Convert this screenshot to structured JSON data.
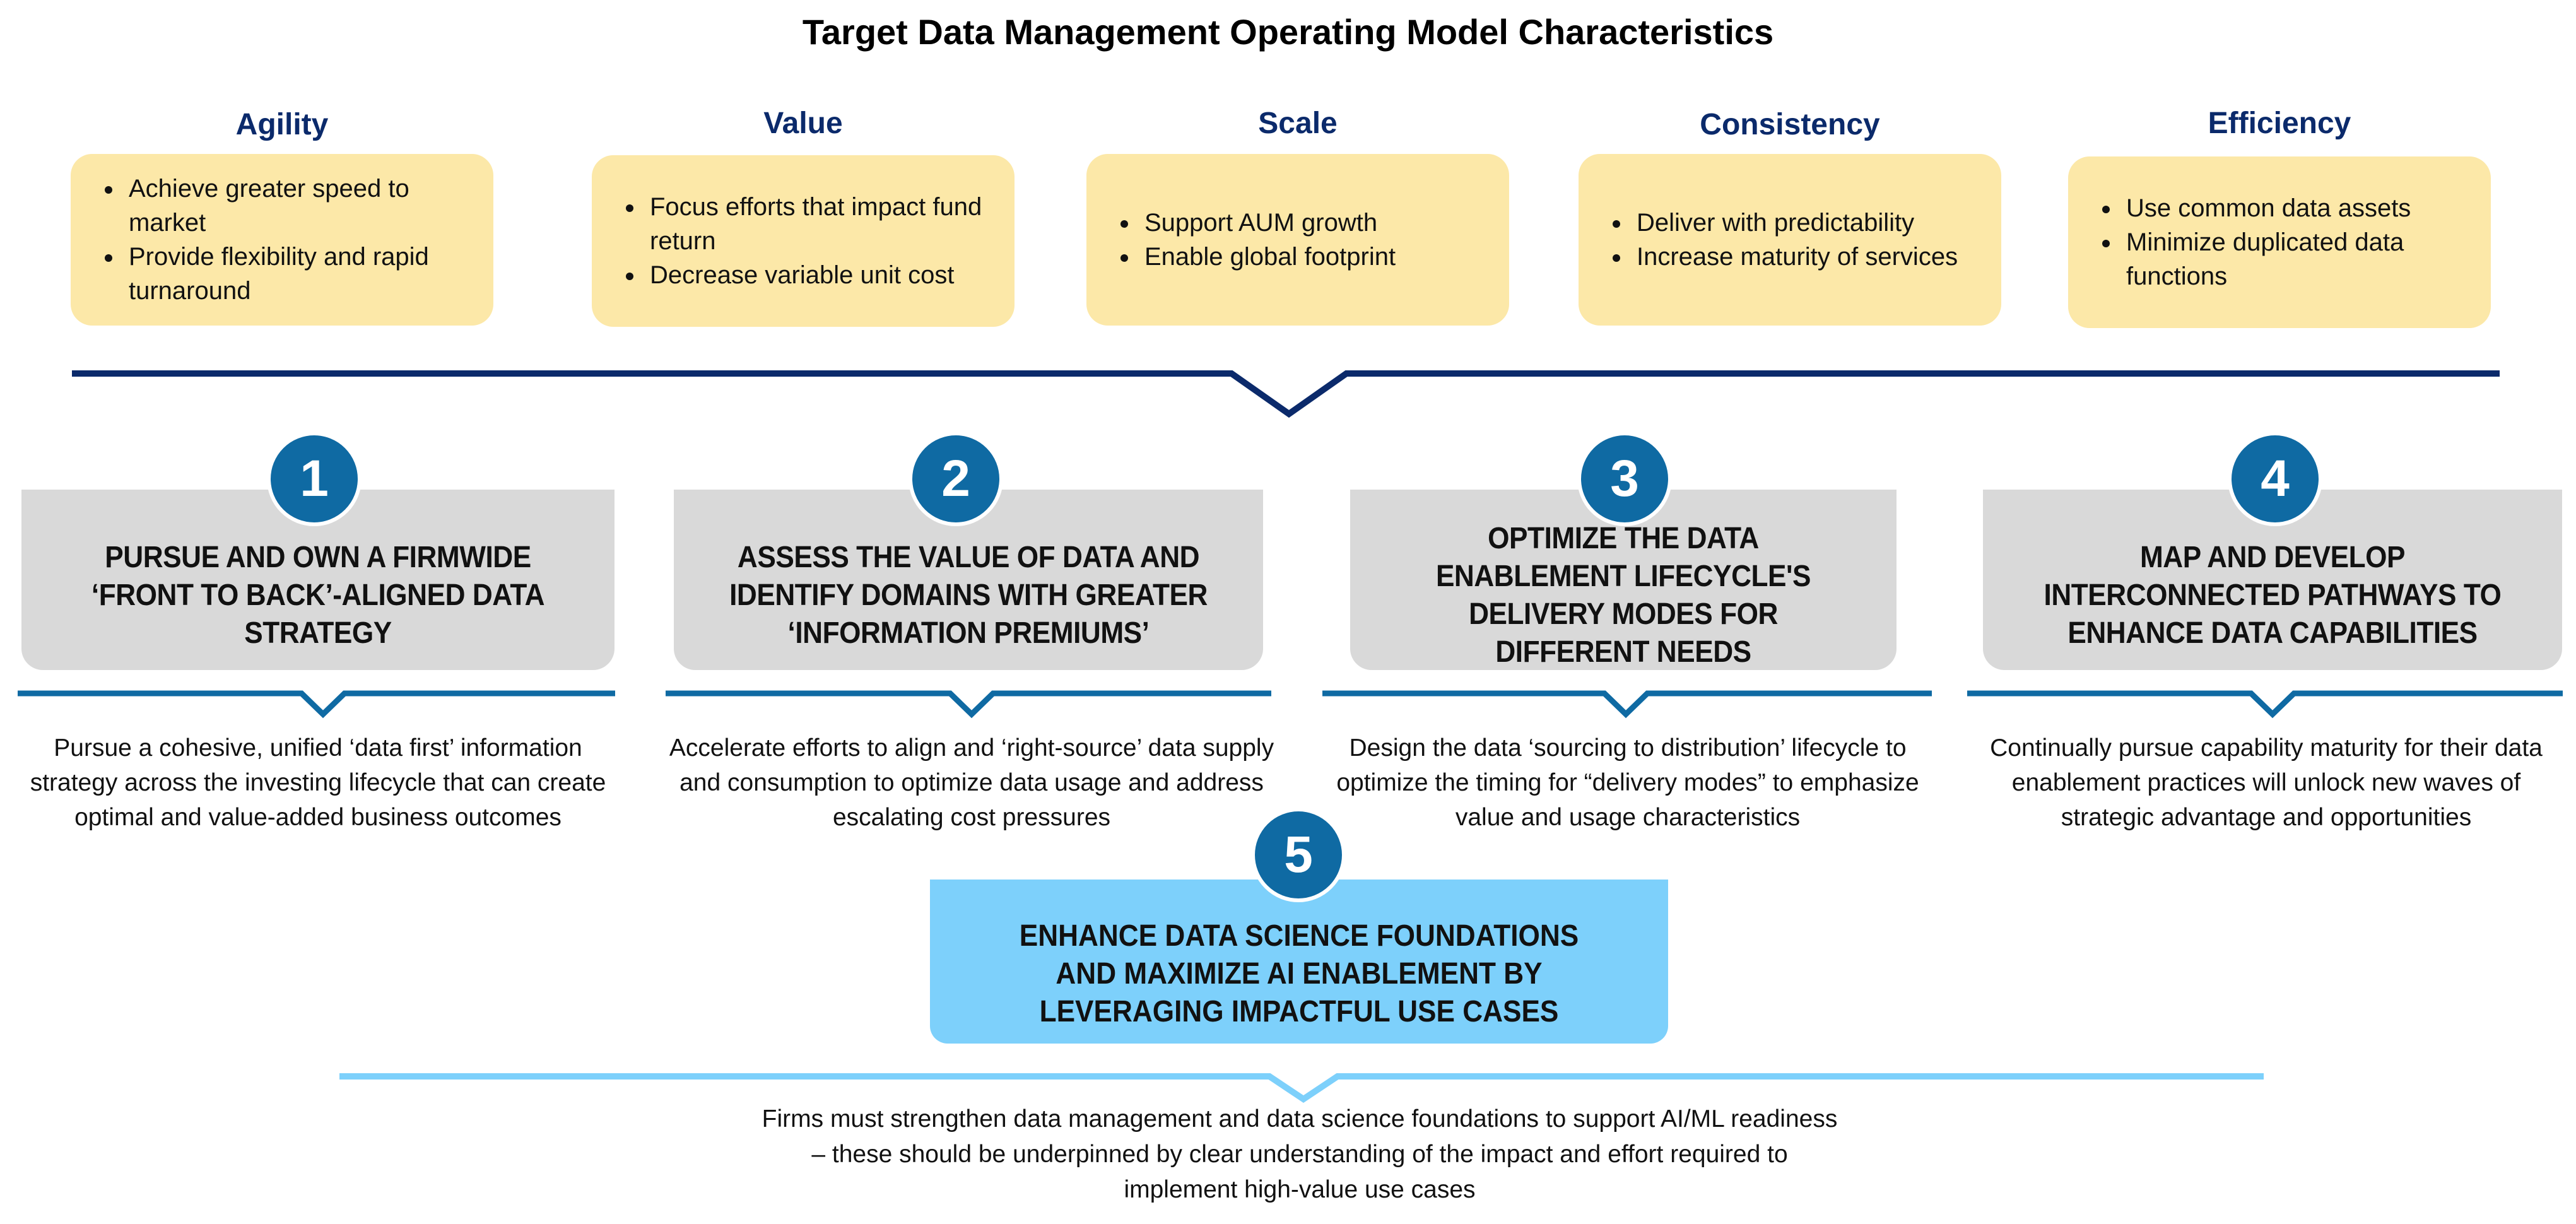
{
  "title": "Target Data Management Operating Model Characteristics",
  "characteristics": [
    {
      "name": "Agility",
      "bullets": [
        "Achieve greater speed to market",
        "Provide flexibility and rapid turnaround"
      ]
    },
    {
      "name": "Value",
      "bullets": [
        "Focus efforts that impact fund return",
        "Decrease variable unit cost"
      ]
    },
    {
      "name": "Scale",
      "bullets": [
        "Support AUM growth",
        "Enable global footprint"
      ]
    },
    {
      "name": "Consistency",
      "bullets": [
        "Deliver with predictability",
        "Increase maturity of services"
      ]
    },
    {
      "name": "Efficiency",
      "bullets": [
        "Use common data assets",
        "Minimize duplicated data functions"
      ]
    }
  ],
  "pillars": [
    {
      "number": "1",
      "heading": "Pursue and own a firmwide ‘front to back’-aligned data strategy",
      "description": "Pursue a cohesive, unified ‘data first’ information strategy across the investing lifecycle that can create optimal and value-added business outcomes"
    },
    {
      "number": "2",
      "heading": "Assess the value of data and identify domains with greater ‘information premiums’",
      "description": "Accelerate efforts to align and ‘right-source’ data supply and consumption to optimize data usage and address escalating cost pressures"
    },
    {
      "number": "3",
      "heading": "Optimize the data enablement lifecycle's delivery modes for different needs",
      "description": "Design the data ‘sourcing to distribution’ lifecycle to optimize the timing for “delivery modes” to emphasize value and usage characteristics"
    },
    {
      "number": "4",
      "heading": "Map and develop interconnected pathways to enhance data capabilities",
      "description": "Continually pursue capability maturity for their data enablement practices will unlock new waves of strategic advantage and opportunities"
    }
  ],
  "pillar5": {
    "number": "5",
    "heading": "Enhance data science foundations and maximize AI enablement by leveraging impactful use cases",
    "description": "Firms must strengthen data management and data science foundations to support AI/ML readiness – these should be underpinned by clear understanding of the impact and effort required to implement high-value use cases"
  },
  "colors": {
    "navy": "#0b2a6b",
    "teal": "#0f6aa3",
    "yellow_box": "#fce8a8",
    "grey_box": "#d9d9d9",
    "light_blue": "#7dd0fb"
  }
}
